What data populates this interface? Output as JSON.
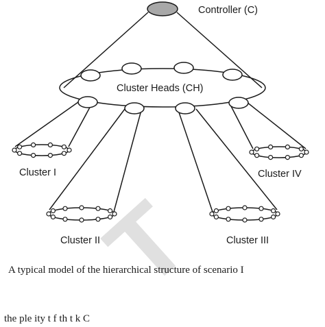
{
  "diagram": {
    "controller_label": "Controller (C)",
    "cluster_heads_label": "Cluster Heads (CH)",
    "clusters": [
      {
        "label": "Cluster I"
      },
      {
        "label": "Cluster II"
      },
      {
        "label": "Cluster III"
      },
      {
        "label": "Cluster IV"
      }
    ]
  },
  "caption": {
    "text": "A typical model of the hierarchical structure of scenario I",
    "bottom_text": "the        ple ity       t   f th        t    k  C"
  },
  "watermark": {
    "text": "T",
    "color": "#c8c8c8"
  },
  "colors": {
    "controller_fill": "#a8a8a8",
    "line": "#1a1a1a"
  }
}
